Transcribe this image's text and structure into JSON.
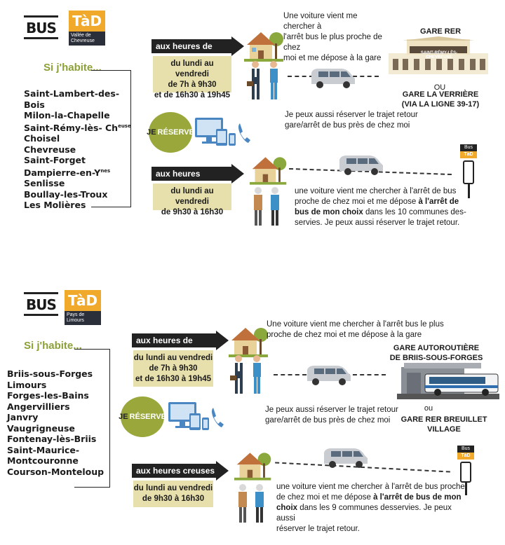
{
  "panel1": {
    "bus_label": "BUS",
    "tad_label": "TàD",
    "tad_sub": "Vallée de Chevreuse",
    "si_habite": "Si j'habite...",
    "communes": [
      "Saint-Lambert-des-Bois",
      "Milon-la-Chapelle",
      "Saint-Rémy-lès- Ch",
      "Choisel",
      "Chevreuse",
      "Saint-Forget",
      "Dampierre-en-Y",
      "Senlisse",
      "Boullay-les-Troux",
      "Les Molières"
    ],
    "commune_sups": {
      "2": "euse",
      "6": "nes"
    },
    "je": "JE",
    "reserve": "RÉSERVE",
    "peak_label": "aux heures de pointe",
    "peak_times": [
      "du lundi au vendredi",
      "de 7h à 9h30",
      "et de 16h30 à 19h45"
    ],
    "offpeak_label": "aux heures  creuses",
    "offpeak_times": [
      "du lundi au vendredi",
      "de 9h30 à 16h30"
    ],
    "peak_text": [
      "Une voiture vient me chercher à",
      "l'arrêt bus le plus proche de chez",
      "moi et me dépose à la gare"
    ],
    "return_text": [
      "Je peux aussi réserver le trajet retour",
      "gare/arrêt de bus près de chez moi"
    ],
    "station_title": "GARE RER",
    "station_sign": "SAINT-RÉMY-LÈS-CHEVREUSE",
    "ou": "OU",
    "alt_station": [
      "GARE LA VERRIÈRE",
      "(VIA LA LIGNE 39-17)"
    ],
    "offpeak_text": [
      {
        "plain": "une voiture vient me chercher à l'arrêt de bus"
      },
      {
        "plain": "proche de chez moi et me dépose ",
        "bold": "à l'arrêt de"
      },
      {
        "bold": "bus de mon choix",
        "plain": " dans les 10 communes des-"
      },
      {
        "plain": "servies.  Je peux aussi réserver le trajet retour."
      }
    ],
    "stop_bus": "Bus",
    "stop_tad": "TàD"
  },
  "panel2": {
    "bus_label": "BUS",
    "tad_label": "TàD",
    "tad_sub": "Pays de Limours",
    "si_habite": "Si j'habite...",
    "communes": [
      "Briis-sous-Forges",
      "Limours",
      "Forges-les-Bains",
      "Angervilliers",
      "Janvry",
      "Vaugrigneuse",
      "Fontenay-lès-Briis",
      "Saint-Maurice-",
      "Montcouronne",
      "Courson-Monteloup"
    ],
    "je": "JE",
    "reserve": "RÉSERVE",
    "peak_label": "aux heures de pointe",
    "peak_times": [
      "du lundi au vendredi",
      "de 7h à 9h30",
      "et de 16h30 à 19h45"
    ],
    "offpeak_label": "aux heures creuses",
    "offpeak_times": [
      "du lundi au vendredi",
      "de 9h30 à 16h30"
    ],
    "peak_text": [
      "Une voiture vient me chercher à l'arrêt bus le plus",
      "proche de chez moi et me dépose à la gare"
    ],
    "return_text": [
      "Je peux aussi réserver le trajet retour",
      "gare/arrêt de bus près de chez moi"
    ],
    "station_title": [
      "GARE AUTOROUTIÈRE",
      "DE BRIIS-SOUS-FORGES"
    ],
    "ou": "ou",
    "alt_station": "GARE RER BREUILLET VILLAGE",
    "offpeak_text": [
      {
        "plain": "une voiture vient me chercher à l'arrêt de bus proche"
      },
      {
        "plain": "de chez moi et me dépose ",
        "bold": "à l'arrêt de bus de mon"
      },
      {
        "bold": "choix",
        "plain": " dans les 9 communes desservies.  Je peux aussi"
      },
      {
        "plain": "réserver le trajet retour."
      }
    ],
    "stop_bus": "Bus",
    "stop_tad": "TàD"
  },
  "colors": {
    "accent_green": "#9aa73b",
    "tad_orange": "#f0a92b",
    "times_bg": "#e8e0ac",
    "arrow": "#222222",
    "people_blue": "#3d8fc7"
  }
}
